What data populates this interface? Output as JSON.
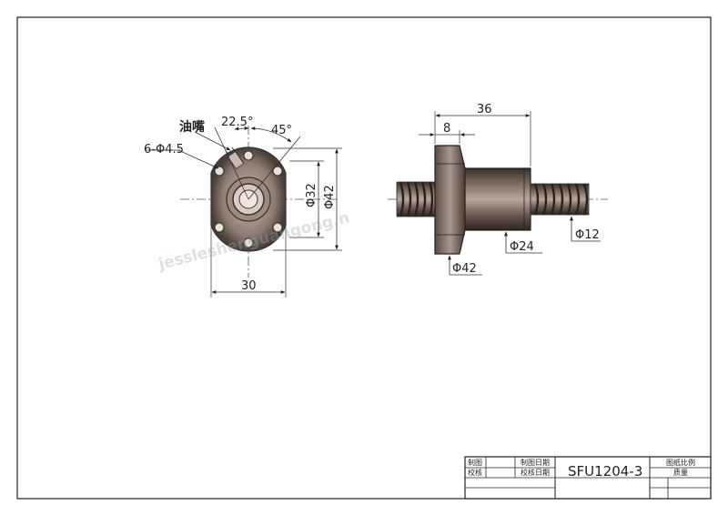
{
  "front_view": {
    "label_oil_nozzle": "油嘴",
    "label_holes": "6-Φ4.5",
    "label_angle_small": "22.5°",
    "label_angle_large": "45°",
    "label_d32": "Φ32",
    "label_d42": "Φ42",
    "label_width": "30"
  },
  "side_view": {
    "label_length": "36",
    "label_flange": "8",
    "label_d24": "Φ24",
    "label_d12": "Φ12",
    "label_d42": "Φ42"
  },
  "watermark": "jessleshenguangong.n",
  "title_block": {
    "drawn_by": "制图",
    "drawn_date": "制图日期",
    "checked_by": "校核",
    "checked_date": "校核日期",
    "part_number": "SFU1204-3",
    "scale": "图纸比例",
    "material": "质量"
  }
}
